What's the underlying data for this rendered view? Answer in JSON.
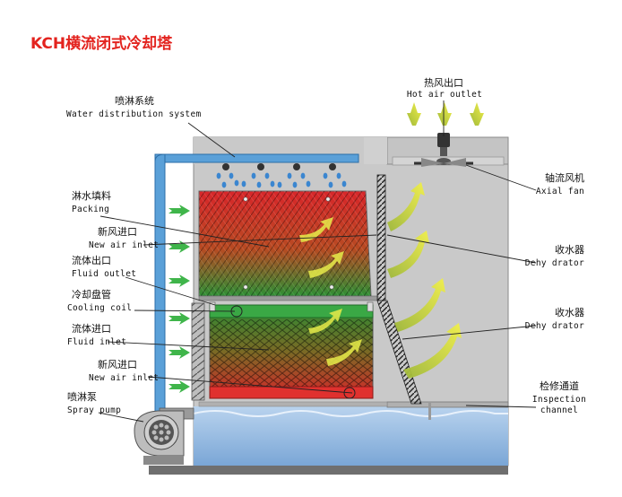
{
  "title": "KCH横流闭式冷却塔",
  "labels": {
    "hot_air_outlet": {
      "zh": "热风出口",
      "en": "Hot air outlet"
    },
    "water_distribution": {
      "zh": "喷淋系统",
      "en": "Water distribution system"
    },
    "packing": {
      "zh": "淋水填料",
      "en": "Packing"
    },
    "new_air_inlet_top": {
      "zh": "新风进口",
      "en": "New air inlet"
    },
    "fluid_outlet": {
      "zh": "流体出口",
      "en": "Fluid outlet"
    },
    "cooling_coil": {
      "zh": "冷却盘管",
      "en": "Cooling coil"
    },
    "fluid_inlet": {
      "zh": "流体进口",
      "en": "Fluid inlet"
    },
    "new_air_inlet_bottom": {
      "zh": "新风进口",
      "en": "New air inlet"
    },
    "spray_pump": {
      "zh": "喷淋泵",
      "en": "Spray pump"
    },
    "axial_fan": {
      "zh": "轴流风机",
      "en": "Axial fan"
    },
    "dehydrator_top": {
      "zh": "收水器",
      "en": "Dehy drator"
    },
    "dehydrator_bottom": {
      "zh": "收水器",
      "en": "Dehy drator"
    },
    "inspection_channel": {
      "zh": "检修通道",
      "en": "Inspection channel"
    }
  },
  "colors": {
    "title": "#e3231e",
    "casing": "#c9c9c9",
    "water": "#8fb4d9",
    "packing_top": "#d8262a",
    "packing_bottom": "#2f8f35",
    "coil_frame": "#3aa845",
    "air_arrow": "#e6ec3c",
    "inlet_arrow": "#3fb54a",
    "pipe": "#5aa0d8"
  }
}
